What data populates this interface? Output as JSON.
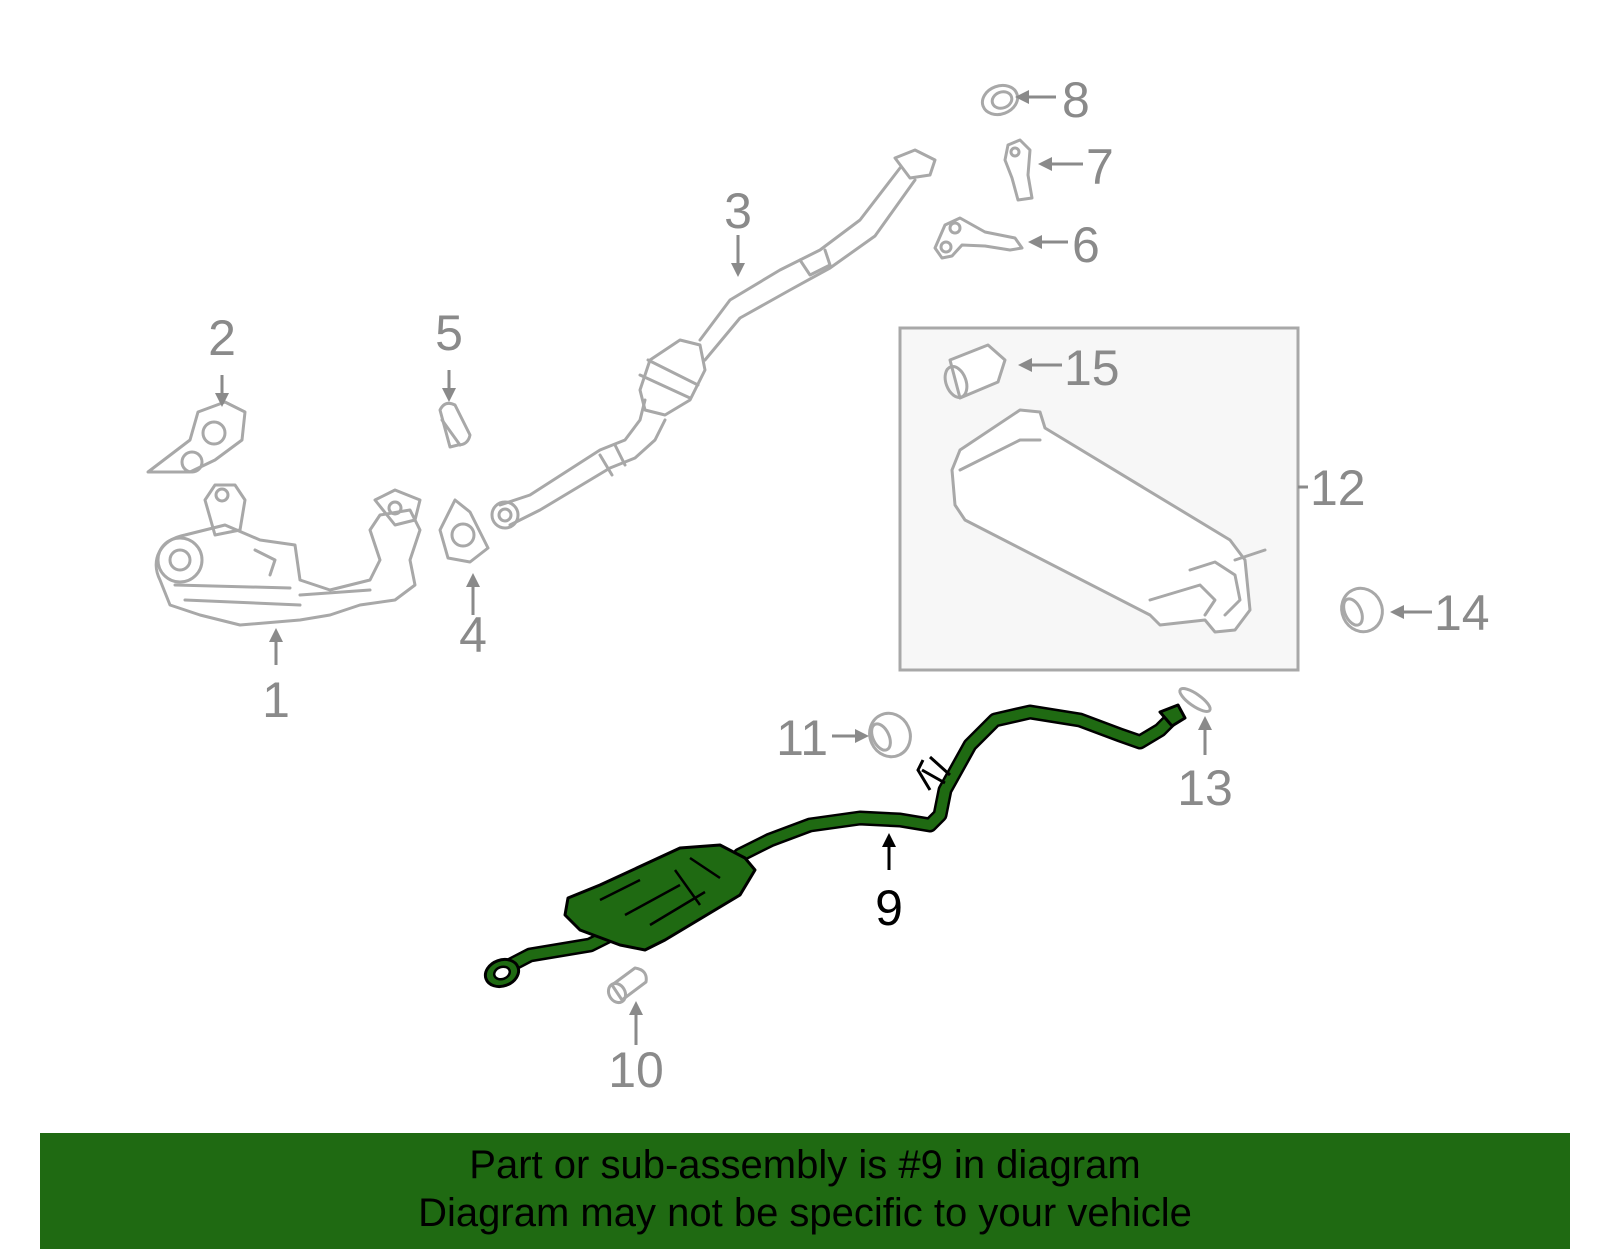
{
  "callouts": {
    "c1": "1",
    "c2": "2",
    "c3": "3",
    "c4": "4",
    "c5": "5",
    "c6": "6",
    "c7": "7",
    "c8": "8",
    "c9": "9",
    "c10": "10",
    "c11": "11",
    "c12": "12",
    "c13": "13",
    "c14": "14",
    "c15": "15"
  },
  "highlighted_part": "9",
  "footer": {
    "line1": "Part or sub-assembly is #9 in diagram",
    "line2": "Diagram may not be specific to your vehicle"
  },
  "colors": {
    "highlight": "#1f6a12",
    "part_outline": "#a8a8a8",
    "callout_text": "#8a8a8a"
  }
}
